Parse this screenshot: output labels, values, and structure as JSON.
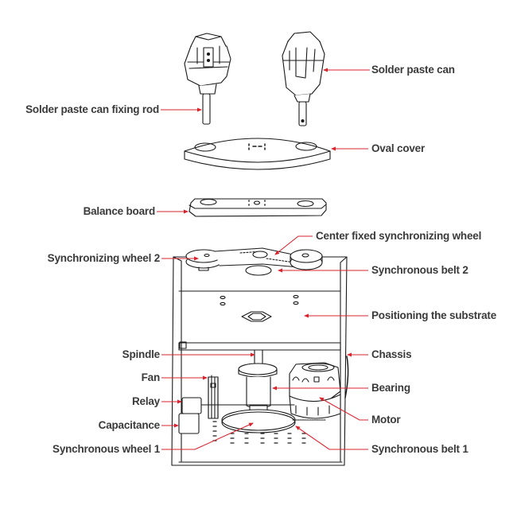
{
  "diagram": {
    "type": "exploded-view",
    "subject": "solder paste mixer",
    "accent_color": "#d9232d",
    "line_color": "#1a1a1a",
    "text_color": "#3a3a3a",
    "labels": {
      "solder_paste_can": "Solder paste can",
      "fixing_rod": "Solder paste can fixing rod",
      "oval_cover": "Oval cover",
      "balance_board": "Balance board",
      "center_wheel": "Center fixed synchronizing wheel",
      "sync_wheel_2": "Synchronizing wheel 2",
      "sync_belt_2": "Synchronous belt 2",
      "positioning_substrate": "Positioning the substrate",
      "spindle": "Spindle",
      "chassis": "Chassis",
      "fan": "Fan",
      "bearing": "Bearing",
      "relay": "Relay",
      "motor": "Motor",
      "capacitance": "Capacitance",
      "sync_wheel_1": "Synchronous wheel 1",
      "sync_belt_1": "Synchronous belt 1"
    }
  }
}
